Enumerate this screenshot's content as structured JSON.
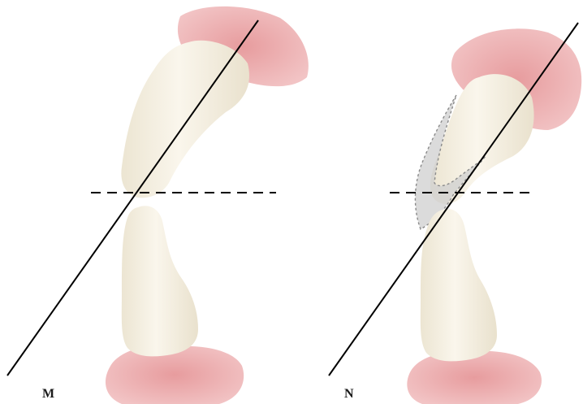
{
  "panels": [
    {
      "id": "m",
      "label": "M"
    },
    {
      "id": "n",
      "label": "N"
    }
  ],
  "colors": {
    "gum": "#e7a6a7",
    "gum_light": "#f1c5c6",
    "tooth": "#f6f0e0",
    "tooth_shade": "#e8e0cc",
    "overlay_fill": "#c8c8c8",
    "line": "#000000",
    "ghost_outline": "#8a8a8a"
  }
}
